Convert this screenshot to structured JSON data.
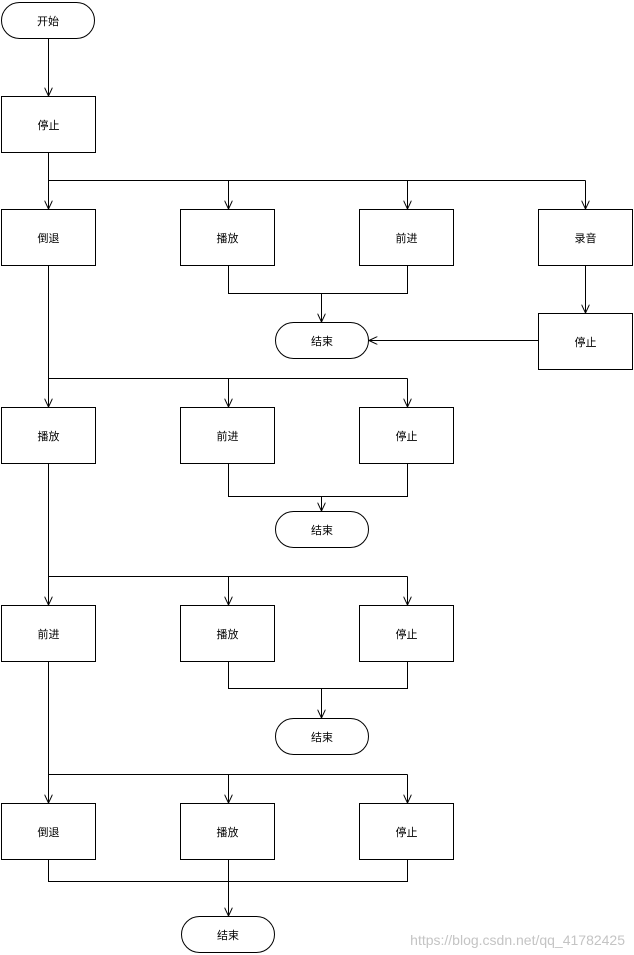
{
  "flowchart": {
    "start": "开始",
    "stop_top": "停止",
    "row1": {
      "rewind": "倒退",
      "play": "播放",
      "forward": "前进",
      "record": "录音",
      "record_stop": "停止",
      "end": "结束"
    },
    "row2": {
      "play": "播放",
      "forward": "前进",
      "stop": "停止",
      "end": "结束"
    },
    "row3": {
      "forward": "前进",
      "play": "播放",
      "stop": "停止",
      "end": "结束"
    },
    "row4": {
      "rewind": "倒退",
      "play": "播放",
      "stop": "停止",
      "end": "结束"
    }
  },
  "watermark": "https://blog.csdn.net/qq_41782425"
}
